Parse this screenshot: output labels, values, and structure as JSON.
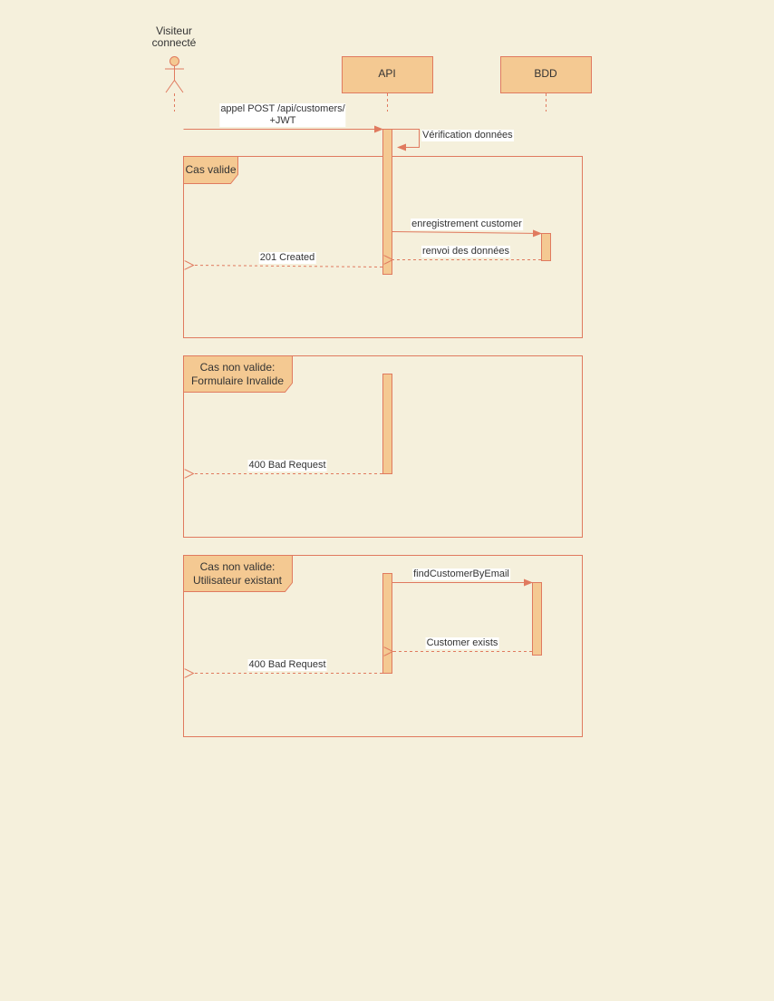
{
  "colors": {
    "background": "#f5f0dc",
    "stroke": "#e07a5f",
    "fill": "#f4c992",
    "text": "#333333"
  },
  "participants": {
    "actor": {
      "label_line1": "Visiteur",
      "label_line2": "connecté",
      "icon": "stick-figure-icon"
    },
    "api": {
      "label": "API"
    },
    "bdd": {
      "label": "BDD"
    }
  },
  "messages": {
    "request_line1": "appel POST /api/customers/",
    "request_line2": "+JWT",
    "self_check": "Vérification données",
    "save_customer": "enregistrement customer",
    "data_return": "renvoi des données",
    "created": "201 Created",
    "bad_request_invalid": "400 Bad Request",
    "find_by_email": "findCustomerByEmail",
    "customer_exists": "Customer exists",
    "bad_request_existing": "400 Bad Request"
  },
  "frames": {
    "valid": {
      "label": "Cas valide"
    },
    "invalid_form": {
      "label_line1": "Cas non valide:",
      "label_line2": "Formulaire Invalide"
    },
    "existing_user": {
      "label_line1": "Cas non valide:",
      "label_line2": "Utilisateur existant"
    }
  }
}
